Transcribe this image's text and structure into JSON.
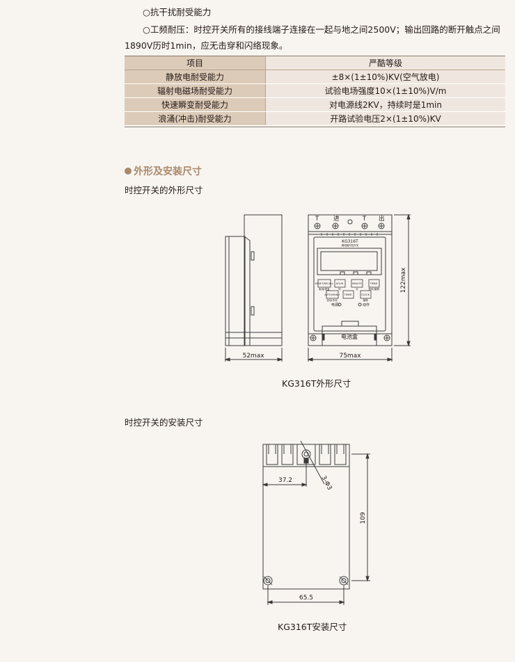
{
  "intro": {
    "line1": "○抗干扰耐受能力",
    "line2a": "○工频耐压：时控开关所有的接线端子连接在一起与地之间2500V；输出回路的断开触点之间",
    "line2b": "1890V历时1min，应无击穿和闪络现象。"
  },
  "spec_table": {
    "headers": [
      "项目",
      "严酷等级"
    ],
    "rows": [
      [
        "静放电耐受能力",
        "±8×(1±10%)KV(空气放电)"
      ],
      [
        "辐射电磁场耐受能力",
        "试验电场强度10×(1±10%)V/m"
      ],
      [
        "快速瞬变耐受能力",
        "对电源线2KV，持续时是1min"
      ],
      [
        "浪涌(冲击)耐受能力",
        "开路试验电压2×(1±10%)KV"
      ]
    ]
  },
  "section": {
    "title": "外形及安装尺寸"
  },
  "outline": {
    "subtitle": "时控开关的外形尺寸",
    "caption": "KG316T外形尺寸",
    "dim_side_width": "52max",
    "dim_front_width": "75max",
    "dim_height": "122max",
    "terminal_labels": [
      "T",
      "进",
      "T",
      "出"
    ],
    "model": "KG316T",
    "model_sub": "微电脑时控开关",
    "buttons": [
      "RESET/RECALL",
      "HOUR",
      "MINUTE",
      "TIMER",
      "AUTO/MANU",
      "TIMER",
      "CLOCK"
    ],
    "button_sub": [
      "取消/恢复",
      "时",
      "分",
      "校时/星期",
      "自动/手动",
      "",
      "星期"
    ],
    "indicators": [
      "电源",
      "动作"
    ],
    "battery_label": "电池盒"
  },
  "mount": {
    "subtitle": "时控开关的安装尺寸",
    "caption": "KG316T安装尺寸",
    "dim_offset": "37.2",
    "dim_hole": "3-Φ3",
    "dim_height": "109",
    "dim_width": "65.5"
  }
}
